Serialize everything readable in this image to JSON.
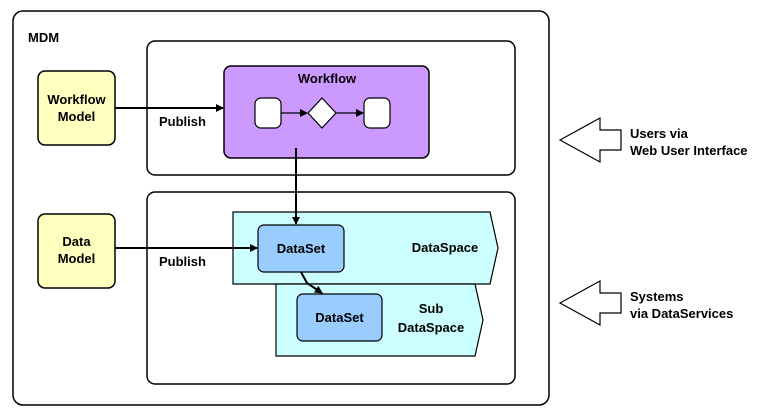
{
  "mdm": {
    "label": "MDM"
  },
  "workflow_model": {
    "line1": "Workflow",
    "line2": "Model"
  },
  "data_model": {
    "line1": "Data",
    "line2": "Model"
  },
  "publish_top": "Publish",
  "publish_bottom": "Publish",
  "workflow": {
    "title": "Workflow"
  },
  "dataspace": {
    "label": "DataSpace",
    "dataset": "DataSet"
  },
  "sub_dataspace": {
    "line1": "Sub",
    "line2": "DataSpace",
    "dataset": "DataSet"
  },
  "users": {
    "line1": "Users via",
    "line2": "Web User Interface"
  },
  "systems": {
    "line1": "Systems",
    "line2": "via DataServices"
  },
  "colors": {
    "model_fill": "#ffffc0",
    "workflow_fill": "#cc99ff",
    "dataspace_fill": "#ccffff",
    "dataset_fill": "#99ccff"
  }
}
